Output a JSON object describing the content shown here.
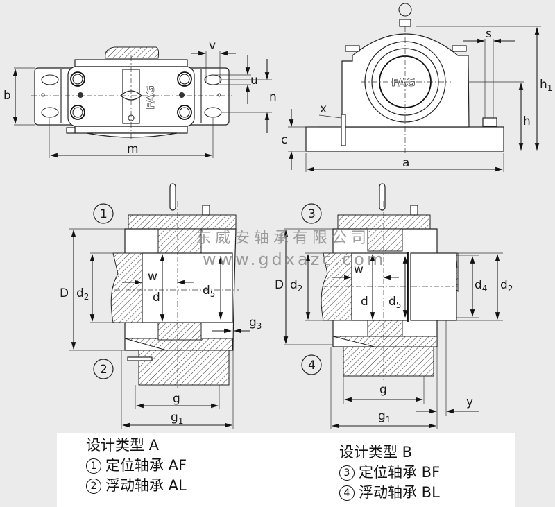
{
  "views": {
    "top_view": {
      "brand_logo": "FAG",
      "dimension_labels": {
        "v": "v",
        "u": "u",
        "n": "n",
        "b": "b",
        "m": "m"
      }
    },
    "front_view": {
      "brand_logo": "FAG",
      "dimension_labels": {
        "s": "s",
        "h1_main": "h",
        "h1_sub": "1",
        "h": "h",
        "x": "x",
        "c": "c",
        "a": "a"
      }
    },
    "section_a": {
      "marker_top": "1",
      "marker_bottom": "2",
      "dimension_labels": {
        "D": "D",
        "d2_main": "d",
        "d2_sub": "2",
        "w": "w",
        "d": "d",
        "d5_main": "d",
        "d5_sub": "5",
        "g3_main": "g",
        "g3_sub": "3",
        "g": "g",
        "g1_main": "g",
        "g1_sub": "1"
      }
    },
    "section_b": {
      "marker_top": "3",
      "marker_bottom": "4",
      "dimension_labels": {
        "D": "D",
        "d2_main": "d",
        "d2_sub": "2",
        "w": "w",
        "d": "d",
        "d5_main": "d",
        "d5_sub": "5",
        "d4_main": "d",
        "d4_sub": "4",
        "d2r_main": "d",
        "d2r_sub": "2",
        "g": "g",
        "g1_main": "g",
        "g1_sub": "1",
        "y": "y"
      }
    }
  },
  "watermark": {
    "company": "东威安轴承有限公司",
    "url": "www.gdxazc.com"
  },
  "legend": {
    "design_a": {
      "title": "设计类型 A",
      "items": [
        {
          "num": "1",
          "label": "定位轴承 AF"
        },
        {
          "num": "2",
          "label": "浮动轴承 AL"
        }
      ]
    },
    "design_b": {
      "title": "设计类型 B",
      "items": [
        {
          "num": "3",
          "label": "定位轴承 BF"
        },
        {
          "num": "4",
          "label": "浮动轴承 BL"
        }
      ]
    }
  },
  "colors": {
    "background": "#ebebeb",
    "legend_background": "#ffffff",
    "ink": "#1a1a1a",
    "watermark": "#8c8c8c"
  }
}
